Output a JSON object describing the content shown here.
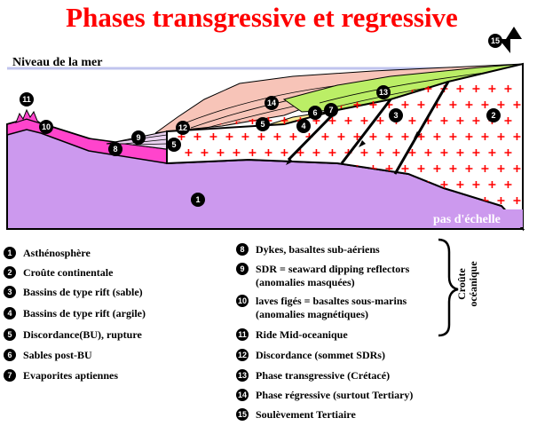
{
  "title": "Phases transgressive et regressive",
  "sea_level_label": "Niveau de la mer",
  "scale_label": "pas d'échelle",
  "marker_numbers": [
    "1",
    "2",
    "3",
    "4",
    "5",
    "6",
    "7",
    "8",
    "9",
    "10",
    "11",
    "12",
    "13",
    "14",
    "15"
  ],
  "brace_label_line1": "Croûte",
  "brace_label_line2": "océanique",
  "legend": [
    {
      "num": "1",
      "text": "Asthénosphère"
    },
    {
      "num": "2",
      "text": "Croûte continentale"
    },
    {
      "num": "3",
      "text": "Bassins de type rift (sable)"
    },
    {
      "num": "4",
      "text": "Bassins de type rift (argile)"
    },
    {
      "num": "5",
      "text": "Discordance(BU), rupture"
    },
    {
      "num": "6",
      "text": "Sables post-BU"
    },
    {
      "num": "7",
      "text": "Evaporites aptiennes"
    },
    {
      "num": "8",
      "text": "Dykes, basaltes sub-aériens"
    },
    {
      "num": "9",
      "text": "SDR = seaward dipping reflectors",
      "text2": "(anomalies masquées)"
    },
    {
      "num": "10",
      "text": "laves figés = basaltes sous-marins",
      "text2": "(anomalies magnétiques)"
    },
    {
      "num": "11",
      "text": "Ride Mid-oceanique"
    },
    {
      "num": "12",
      "text": "Discordance (sommet SDRs)"
    },
    {
      "num": "13",
      "text": "Phase transgressive (Crétacé)"
    },
    {
      "num": "14",
      "text": "Phase régressive (surtout Tertiary)"
    },
    {
      "num": "15",
      "text": "Soulèvement Tertiaire"
    }
  ],
  "colors": {
    "title": "#ff0000",
    "asthenosphere": "#cc99ee",
    "oceanic_crust": "#ff44cc",
    "continental_crust": "#ffffff",
    "cross": "#ff0000",
    "rift_sand": "#ffee99",
    "regressive": "#f7c4b8",
    "transgressive": "#bbee66",
    "water_line": "#c0c4ee"
  }
}
